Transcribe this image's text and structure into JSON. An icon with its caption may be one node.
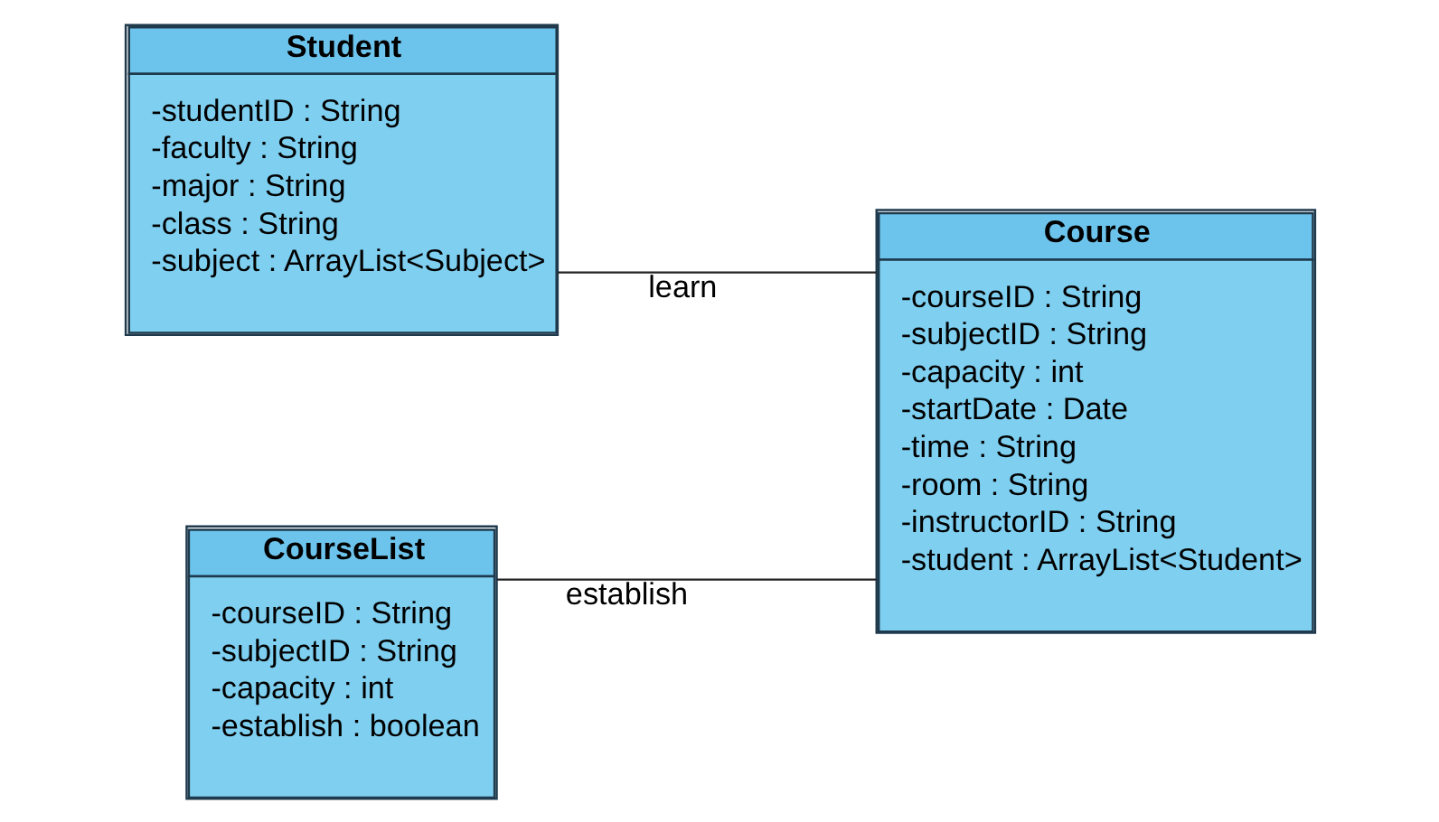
{
  "diagram": {
    "nodes": [
      {
        "text": [
          "Student",
          "-studentID : String",
          "-faculty : String",
          "-major : String",
          "-class : String",
          "-subject : ArrayList<Subject>"
        ]
      },
      {
        "text": [
          "Course",
          "-courseID : String",
          "-subjectID : String",
          "-capacity : int",
          "-startDate : Date",
          "-time : String",
          "-room : String",
          "-instructorID : String",
          "-student : ArrayList<Student>"
        ]
      },
      {
        "text": [
          "CourseList",
          "-courseID : String",
          "-subjectID : String",
          "-capacity : int",
          "-establish : boolean"
        ]
      }
    ],
    "edges": [
      {
        "from": 0,
        "to": 1,
        "arrow": "none",
        "label": "learn"
      },
      {
        "from": 2,
        "to": 1,
        "arrow": "none",
        "label": "establish"
      }
    ]
  }
}
